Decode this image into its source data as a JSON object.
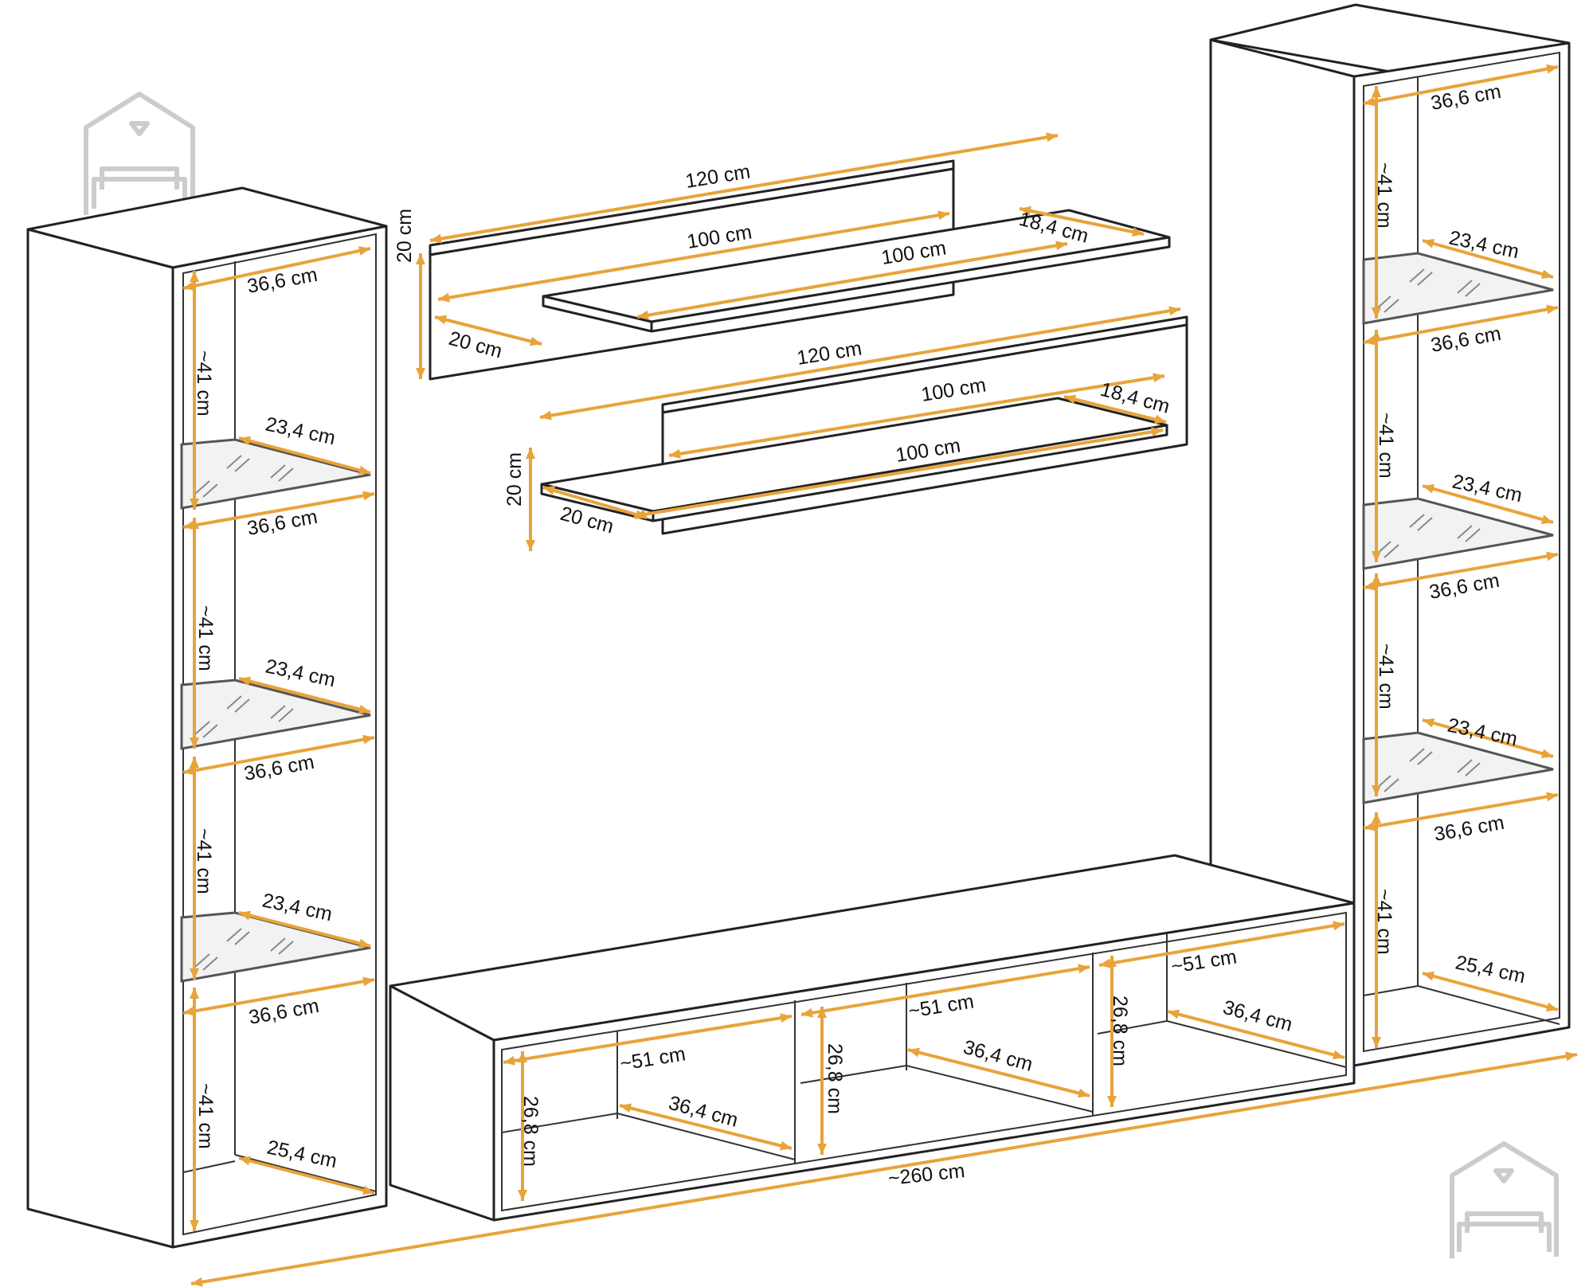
{
  "colors": {
    "dimension": "#E8A33A",
    "outline": "#222222",
    "logo": "#cccccc"
  },
  "icons": {
    "top_left": "house-sofa-logo-icon",
    "bottom_right": "house-sofa-logo-icon"
  },
  "labels": {
    "d_36_6": "36,6 cm",
    "d_23_4": "23,4 cm",
    "d_41": "~41 cm",
    "d_25_4": "25,4 cm",
    "d_120": "120 cm",
    "d_100": "100 cm",
    "d_18_4": "18,4 cm",
    "d_20": "20 cm",
    "d_51": "~51 cm",
    "d_36_4": "36,4 cm",
    "d_26_8": "26,8 cm",
    "d_260": "~260 cm"
  }
}
